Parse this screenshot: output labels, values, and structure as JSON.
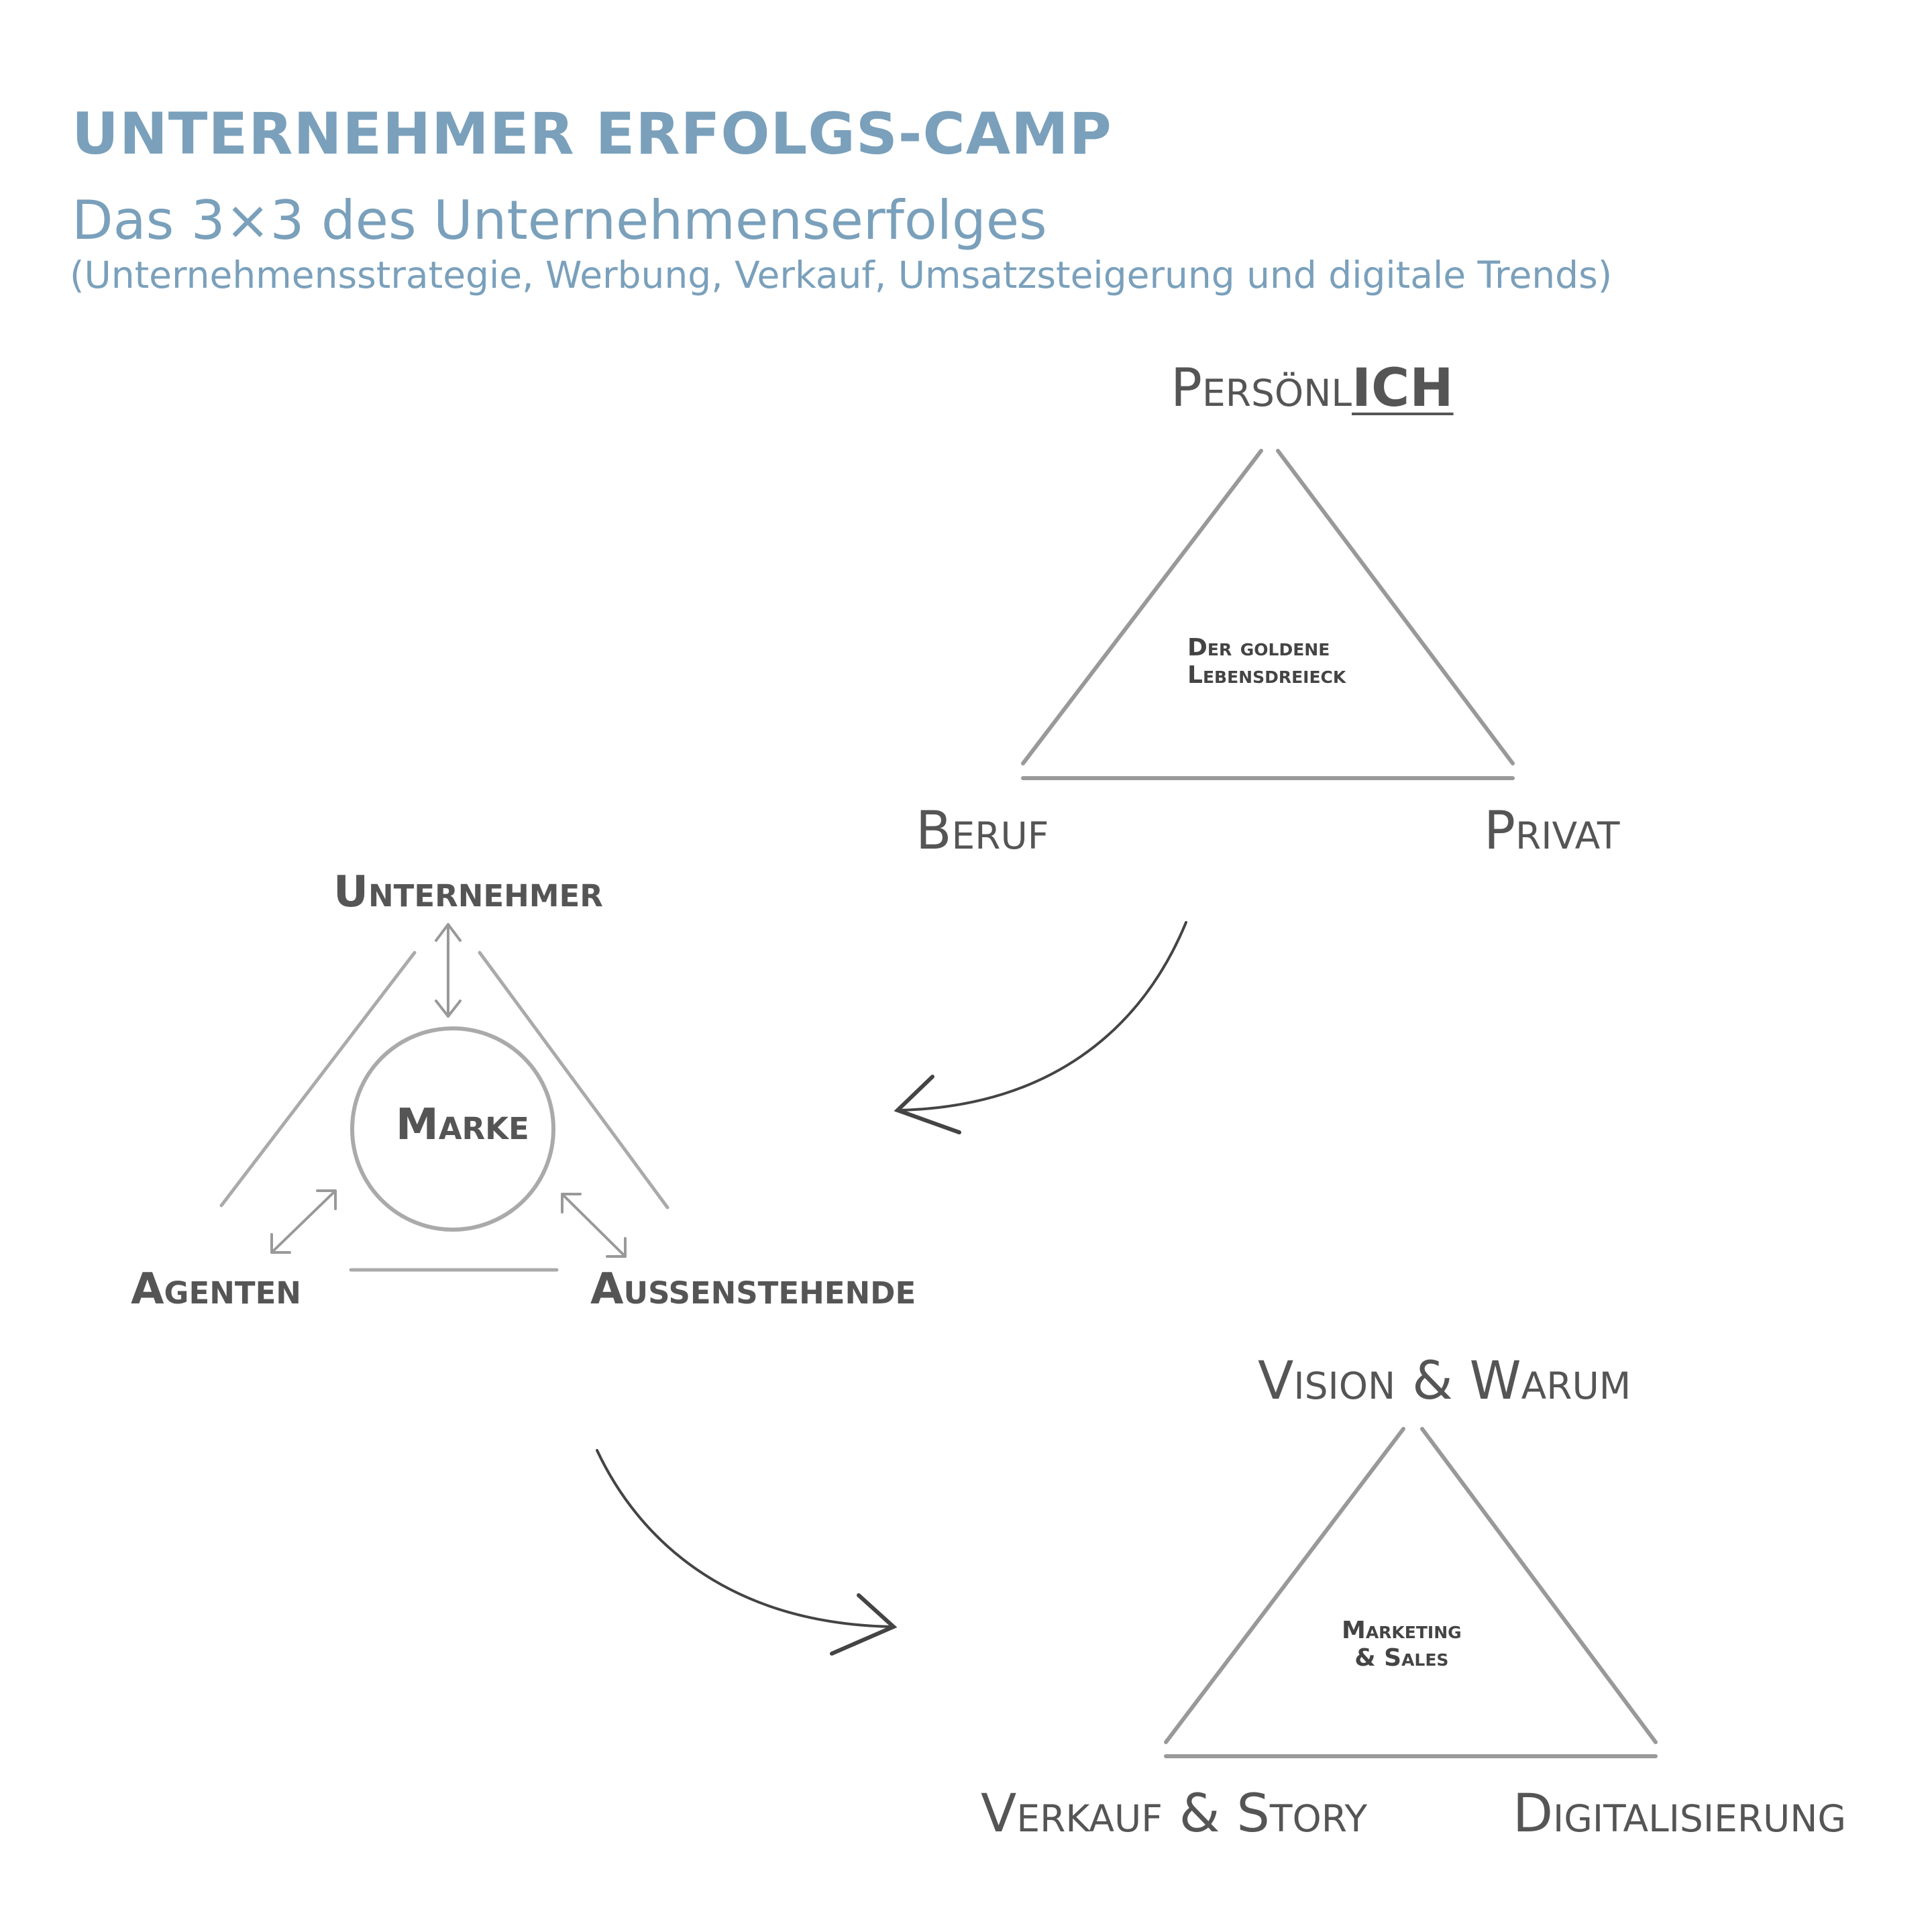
{
  "header": {
    "title": "UNTERNEHMER ERFOLGS-CAMP",
    "subtitle": "Das 3×3 des Unternehmenserfolges",
    "subtitle_detail": "(Unternehmensstrategie, Werbung, Verkauf, Umsatzsteigerung und digitale Trends)"
  },
  "triangle_life": {
    "top_prefix": "Persönl",
    "top_emphasis": "ICH",
    "center_line1": "Der goldene",
    "center_line2": "Lebensdreieck",
    "left": "Beruf",
    "right": "Privat"
  },
  "triangle_brand": {
    "top": "Unternehmer",
    "center": "Marke",
    "left": "Agenten",
    "right": "Außenstehende"
  },
  "triangle_marketing": {
    "top": "Vision & Warum",
    "center_line1": "Marketing",
    "center_line2": "& Sales",
    "left": "Verkauf & Story",
    "right": "Digitalisierung"
  },
  "colors": {
    "accent": "#7aa0bb",
    "line": "#999999",
    "text": "#555555",
    "arrow": "#444444"
  }
}
